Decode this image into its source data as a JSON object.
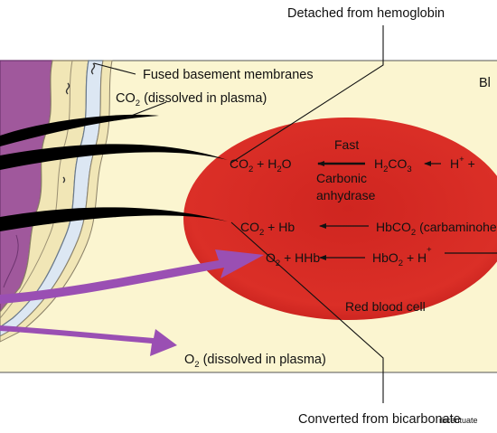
{
  "labels": {
    "detached": "Detached from hemoglobin",
    "fused_membranes": "Fused basement membranes",
    "co2_plasma": {
      "a": "CO",
      "sub": "2",
      "b": " (dissolved in plasma)"
    },
    "o2_plasma": {
      "a": "O",
      "sub": "2",
      "b": " (dissolved in plasma)"
    },
    "converted": "Converted from bicarbonate",
    "blood_partial": "Bl",
    "red_blood_cell": "Red blood cell"
  },
  "reactions": {
    "fast": "Fast",
    "enzyme_line1": "Carbonic",
    "enzyme_line2": "anhydrase",
    "r1_left": {
      "a": "CO",
      "sub1": "2",
      "b": " + H",
      "sub2": "2",
      "c": "O"
    },
    "r1_mid": {
      "a": "H",
      "sub1": "2",
      "b": "CO",
      "sub2": "3"
    },
    "r1_right": {
      "a": "H",
      "sup": "+",
      "b": " +"
    },
    "r2_left": {
      "a": "CO",
      "sub": "2",
      "b": " + Hb"
    },
    "r2_right": {
      "a": "HbCO",
      "sub": "2",
      "b": " (carbaminohe"
    },
    "r3_left": {
      "a": "O",
      "sub": "2",
      "b": " + HHb"
    },
    "r3_right": {
      "a": "HbO",
      "sub": "2",
      "b": " + H",
      "sup": "+"
    }
  },
  "watermark": "rbcentuate",
  "colors": {
    "plasma": "#fbf5d0",
    "cell_wall": "#a0589c",
    "cell_wall_dark": "#7a3a78",
    "membrane": "#f1e6b6",
    "membrane_line": "#8b8168",
    "capillary_wall": "#dce7f3",
    "rbc_red": "#d62a24",
    "o2_arrow": "#9a4fb3",
    "co2_arrow": "#000000"
  }
}
